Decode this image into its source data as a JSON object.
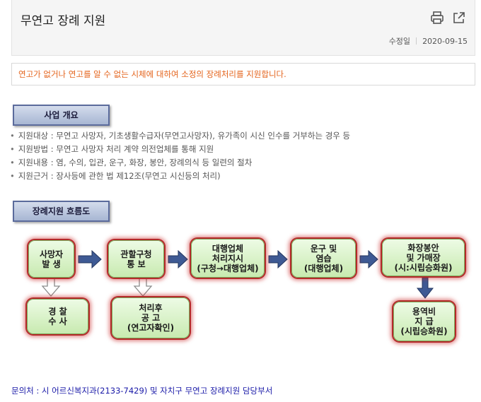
{
  "header": {
    "title": "무연고 장례 지원",
    "print_icon": "printer-icon",
    "share_icon": "share-icon",
    "modified_label": "수정일",
    "modified_date": "2020-09-15"
  },
  "notice": "연고가 없거나 연고를 알 수 없는 시체에 대하여 소정의 장례처리를 지원합니다.",
  "overview": {
    "heading": "사업 개요",
    "items": [
      "지원대상 : 무연고 사망자, 기초생활수급자(무연고사망자), 유가족이 시신 인수를 거부하는 경우 등",
      "지원방법 : 무연고 사망자 처리 계약 의전업체를 통해 지원",
      "지원내용 : 염, 수의, 입관, 운구, 화장, 봉안, 장례의식 등 일련의 절차",
      "지원근거 : 장사등에 관한 법 제12조(무연고 시신등의 처리)"
    ]
  },
  "flow": {
    "heading": "장례지원 흐름도",
    "nodes": {
      "death": [
        "사망자",
        "발  생"
      ],
      "police": [
        "경  찰",
        "수  사"
      ],
      "district": [
        "관할구청",
        "통    보"
      ],
      "notice": [
        "처리후",
        "공  고",
        "(연고자확인)"
      ],
      "instruct": [
        "대행업체",
        "처리지시",
        "(구청→대행업체)"
      ],
      "transport": [
        "운구 및",
        "염습",
        "(대행업체)"
      ],
      "cremation": [
        "화장봉안",
        "및 가매장",
        "(시:시립승화원)"
      ],
      "payment": [
        "용역비",
        "지  급",
        "(시립승화원)"
      ]
    },
    "colors": {
      "node_fill": "#c8eab0",
      "node_glow": "#b42a2a",
      "arrow_blue": "#3e5a94"
    }
  },
  "footer": "문의처 : 시 어르신복지과(2133-7429) 및 자치구 무연고 장례지원 담당부서"
}
